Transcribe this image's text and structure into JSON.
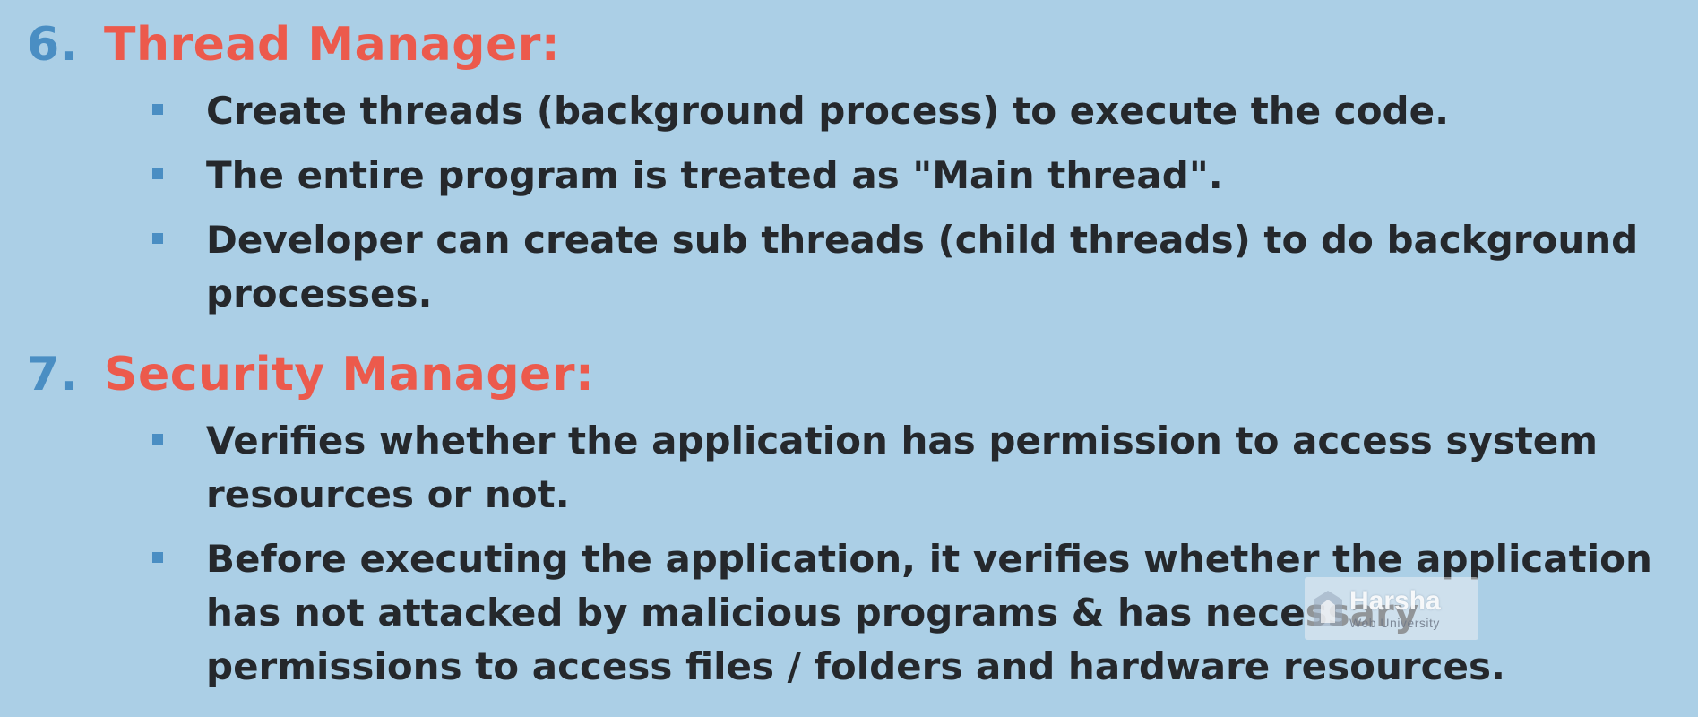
{
  "sections": [
    {
      "number": "6.",
      "title": "Thread Manager:",
      "bullets": [
        "Create threads (background process) to execute the code.",
        "The entire program is treated as \"Main thread\".",
        "Developer can create sub threads (child threads) to do background processes."
      ]
    },
    {
      "number": "7.",
      "title": "Security Manager:",
      "bullets": [
        "Verifies whether the application has permission to access system resources or not.",
        "Before executing the application, it verifies whether the application has not attacked by malicious programs & has necessary permissions to access files / folders and hardware resources."
      ]
    }
  ],
  "watermark": {
    "brand": "Harsha",
    "subtitle": "Web University",
    "icon": "harsha-logo-icon"
  },
  "colors": {
    "background": "#abcfe6",
    "number": "#4a8ec3",
    "title": "#ec5a4c",
    "body_text": "#25282c",
    "bullet_marker": "#4a8ec3"
  }
}
